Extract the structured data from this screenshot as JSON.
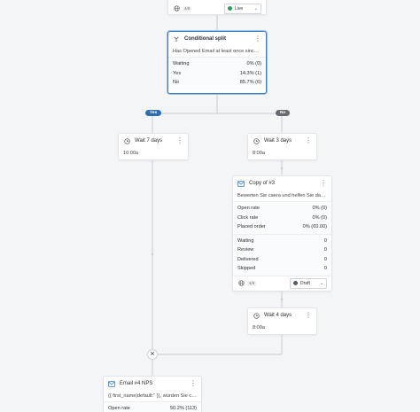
{
  "colors": {
    "accent": "#3f7fc1",
    "live": "#2e9e55",
    "draft": "#555c63",
    "yes_tag": "#2f6fb0",
    "no_tag": "#666c72",
    "connector": "#c8ccd1"
  },
  "top_node": {
    "pill": "4/8",
    "status": "Live",
    "icon": "globe-icon"
  },
  "conditional_split": {
    "title": "Conditional split",
    "description": "Has Opened Email at least once since start...",
    "rows": [
      {
        "label": "Waiting",
        "value": "0% (0)"
      },
      {
        "label": "Yes",
        "value": "14.3% (1)"
      },
      {
        "label": "No",
        "value": "85.7% (6)"
      }
    ]
  },
  "branch_labels": {
    "yes": "Yes",
    "no": "No"
  },
  "wait_left": {
    "title": "Wait 7 days",
    "time": "10:00a"
  },
  "wait_right": {
    "title": "Wait 3 days",
    "time": "8:00a"
  },
  "email_copy": {
    "title": "Copy of #3",
    "subject": "Bewerten Sie caera und helfen Sie damit a...",
    "metrics": [
      {
        "label": "Open rate",
        "value": "0% (0)"
      },
      {
        "label": "Click rate",
        "value": "0% (0)"
      },
      {
        "label": "Placed order",
        "value": "0% (€0.00)"
      }
    ],
    "counts": [
      {
        "label": "Waiting",
        "value": "0"
      },
      {
        "label": "Review",
        "value": "0"
      },
      {
        "label": "Delivered",
        "value": "0"
      },
      {
        "label": "Skipped",
        "value": "0"
      }
    ],
    "pill": "4/8",
    "status": "Draft"
  },
  "wait_right_2": {
    "title": "Wait 4 days",
    "time": "8:00a"
  },
  "email_nps": {
    "title": "Email #4 NPS",
    "subject": "{{ first_name|default:'' }}, würden Sie caera ...",
    "metrics": [
      {
        "label": "Open rate",
        "value": "50.2% (113)"
      }
    ]
  }
}
